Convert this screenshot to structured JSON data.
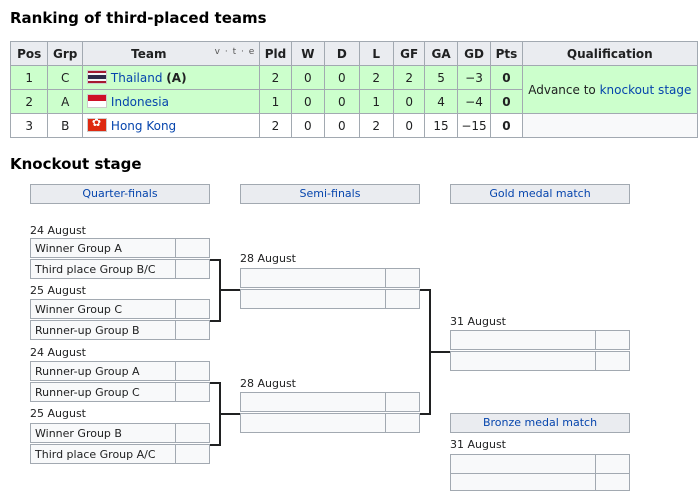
{
  "ranking": {
    "title": "Ranking of third-placed teams",
    "headers": [
      "Pos",
      "Grp",
      "Team",
      "Pld",
      "W",
      "D",
      "L",
      "GF",
      "GA",
      "GD",
      "Pts",
      "Qualification"
    ],
    "vte": "v · t · e",
    "rows": [
      {
        "pos": "1",
        "grp": "C",
        "team": "Thailand",
        "suffix": "(A)",
        "pld": "2",
        "w": "0",
        "d": "0",
        "l": "2",
        "gf": "2",
        "ga": "5",
        "gd": "−3",
        "pts": "0"
      },
      {
        "pos": "2",
        "grp": "A",
        "team": "Indonesia",
        "suffix": "",
        "pld": "1",
        "w": "0",
        "d": "0",
        "l": "1",
        "gf": "0",
        "ga": "4",
        "gd": "−4",
        "pts": "0"
      },
      {
        "pos": "3",
        "grp": "B",
        "team": "Hong Kong",
        "suffix": "",
        "pld": "2",
        "w": "0",
        "d": "0",
        "l": "2",
        "gf": "0",
        "ga": "15",
        "gd": "−15",
        "pts": "0"
      }
    ],
    "qualification_prefix": "Advance to ",
    "qualification_link": "knockout stage"
  },
  "knockout": {
    "title": "Knockout stage",
    "rounds": {
      "qf": "Quarter-finals",
      "sf": "Semi-finals",
      "gold": "Gold medal match",
      "bronze": "Bronze medal match"
    },
    "qf_matches": [
      {
        "date": "24 August",
        "team1": "Winner Group A",
        "team2": "Third place Group B/C"
      },
      {
        "date": "25 August",
        "team1": "Winner Group C",
        "team2": "Runner-up Group B"
      },
      {
        "date": "24 August",
        "team1": "Runner-up Group A",
        "team2": "Runner-up Group C"
      },
      {
        "date": "25 August",
        "team1": "Winner Group B",
        "team2": "Third place Group A/C"
      }
    ],
    "sf_dates": [
      "28 August",
      "28 August"
    ],
    "gold_date": "31 August",
    "bronze_date": "31 August"
  }
}
